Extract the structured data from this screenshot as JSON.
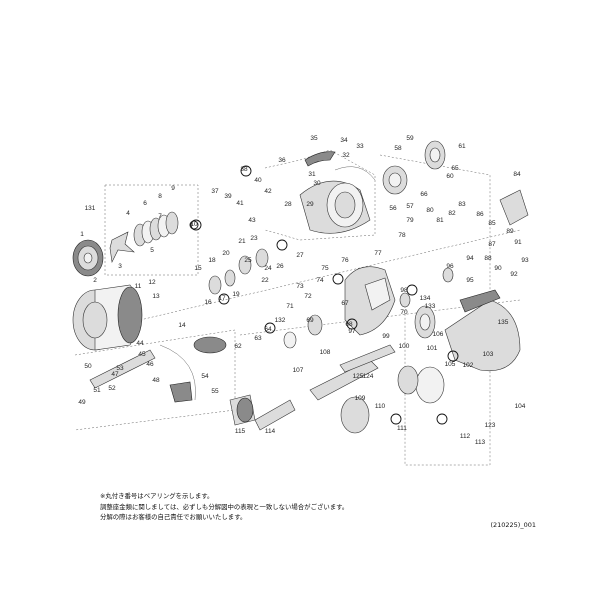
{
  "notes": [
    "※丸付き番号はベアリングを示します。",
    "調整座金類に関しましては、必ずしも分解図中の表現と一致しない場合がございます。",
    "分解の際はお客様の自己責任でお願いいたします。"
  ],
  "doc_code": "(210225)_001",
  "bearing_numbers": [
    "10",
    "17",
    "38",
    "64",
    "68"
  ],
  "callouts": [
    "1",
    "2",
    "3",
    "4",
    "5",
    "6",
    "7",
    "8",
    "9",
    "10",
    "11",
    "12",
    "13",
    "14",
    "15",
    "16",
    "17",
    "18",
    "19",
    "20",
    "21",
    "22",
    "23",
    "24",
    "25",
    "26",
    "27",
    "28",
    "29",
    "30",
    "31",
    "32",
    "33",
    "34",
    "35",
    "36",
    "37",
    "38",
    "39",
    "40",
    "41",
    "42",
    "43",
    "44",
    "45",
    "46",
    "47",
    "48",
    "49",
    "50",
    "51",
    "52",
    "53",
    "54",
    "55",
    "56",
    "57",
    "58",
    "59",
    "60",
    "61",
    "62",
    "63",
    "64",
    "65",
    "66",
    "67",
    "68",
    "69",
    "70",
    "71",
    "72",
    "73",
    "74",
    "75",
    "76",
    "77",
    "78",
    "79",
    "80",
    "81",
    "82",
    "83",
    "84",
    "85",
    "86",
    "87",
    "88",
    "89",
    "90",
    "91",
    "92",
    "93",
    "94",
    "95",
    "96",
    "97",
    "98",
    "99",
    "100",
    "101",
    "102",
    "103",
    "104",
    "105",
    "106",
    "107",
    "108",
    "109",
    "110",
    "111",
    "112",
    "113",
    "114",
    "115",
    "123",
    "124",
    "125",
    "131",
    "132",
    "133",
    "134",
    "135"
  ]
}
